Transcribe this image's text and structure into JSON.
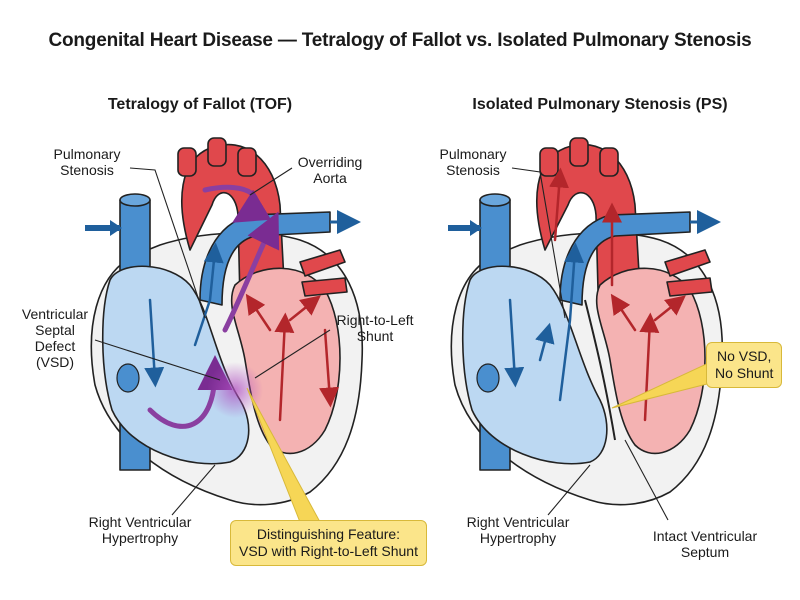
{
  "title": "Congenital Heart Disease — Tetralogy of Fallot vs. Isolated Pulmonary Stenosis",
  "panels": {
    "tof": {
      "heading": "Tetralogy of Fallot (TOF)",
      "pulmonary_stenosis": "Pulmonary\nStenosis",
      "overriding_aorta": "Overriding\nAorta",
      "vsd": "Ventricular\nSeptal\nDefect\n(VSD)",
      "shunt": "Right-to-Left\nShunt",
      "rvh": "Right Ventricular\nHypertrophy",
      "callout": "Distinguishing Feature:\nVSD with Right-to-Left Shunt"
    },
    "ps": {
      "heading": "Isolated Pulmonary Stenosis (PS)",
      "pulmonary_stenosis": "Pulmonary\nStenosis",
      "callout": "No VSD,\nNo Shunt",
      "rvh": "Right Ventricular\nHypertrophy",
      "septum": "Intact Ventricular\nSeptum"
    }
  },
  "colors": {
    "aorta_red": "#e0484c",
    "vessel_blue": "#4a8fcf",
    "rv_blue": "#bcd8f2",
    "lv_pink": "#f4b2b2",
    "shunt_purple": "#8a3fa0",
    "callout_yellow": "#fbe58a"
  }
}
